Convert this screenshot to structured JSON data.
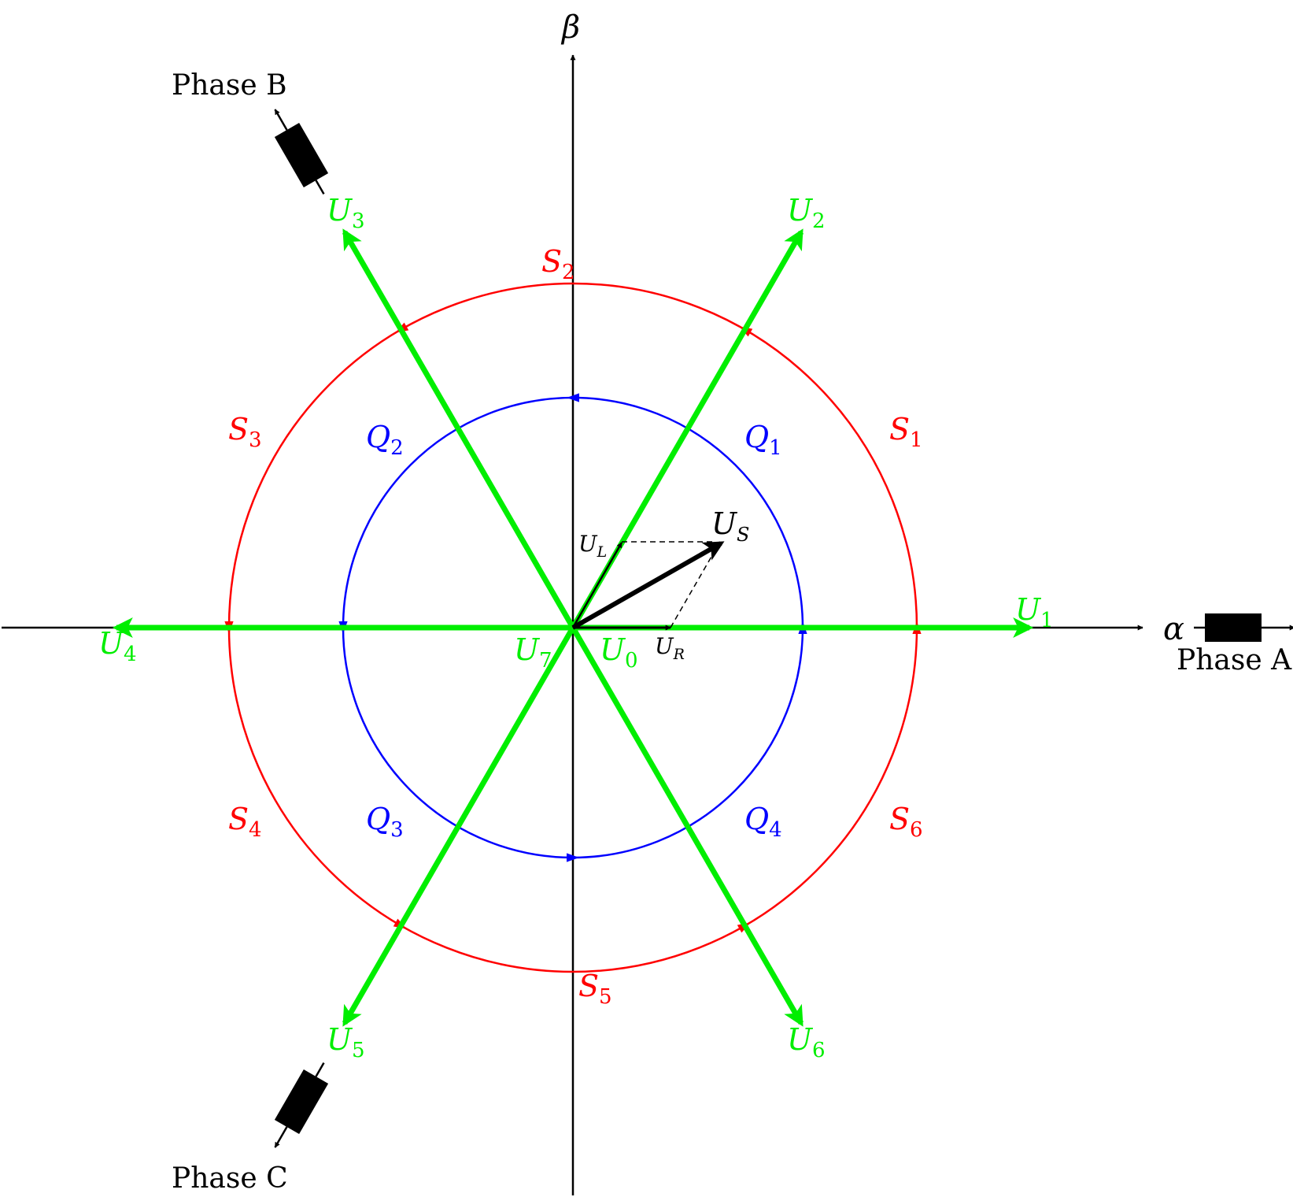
{
  "colors": {
    "axis": "#000000",
    "vector": "#00ee00",
    "outer_circle": "#ff0000",
    "inner_circle": "#0000ff",
    "black": "#000000"
  },
  "axes": {
    "alpha_label": "α",
    "beta_label": "β"
  },
  "phases": {
    "a": "Phase A",
    "b": "Phase B",
    "c": "Phase C"
  },
  "vectors": [
    {
      "name": "U",
      "sub": "1"
    },
    {
      "name": "U",
      "sub": "2"
    },
    {
      "name": "U",
      "sub": "3"
    },
    {
      "name": "U",
      "sub": "4"
    },
    {
      "name": "U",
      "sub": "5"
    },
    {
      "name": "U",
      "sub": "6"
    }
  ],
  "zero_vectors": [
    {
      "name": "U",
      "sub": "0"
    },
    {
      "name": "U",
      "sub": "7"
    }
  ],
  "outer_sectors": [
    {
      "name": "S",
      "sub": "1"
    },
    {
      "name": "S",
      "sub": "2"
    },
    {
      "name": "S",
      "sub": "3"
    },
    {
      "name": "S",
      "sub": "4"
    },
    {
      "name": "S",
      "sub": "5"
    },
    {
      "name": "S",
      "sub": "6"
    }
  ],
  "inner_quadrants": [
    {
      "name": "Q",
      "sub": "1"
    },
    {
      "name": "Q",
      "sub": "2"
    },
    {
      "name": "Q",
      "sub": "3"
    },
    {
      "name": "Q",
      "sub": "4"
    }
  ],
  "decomposition": {
    "reference": {
      "name": "U",
      "sub": "S"
    },
    "left": {
      "name": "U",
      "sub": "L"
    },
    "right": {
      "name": "U",
      "sub": "R"
    }
  }
}
